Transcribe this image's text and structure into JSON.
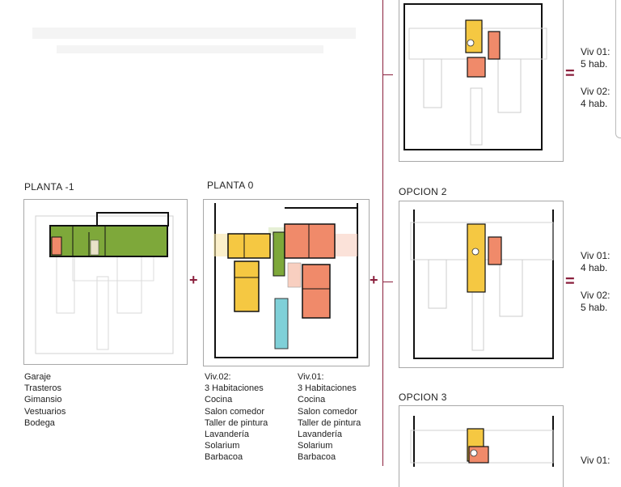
{
  "planta_menos1": {
    "title": "PLANTA -1",
    "items": [
      "Garaje",
      "Trasteros",
      "Gimansio",
      "Vestuarios",
      "Bodega"
    ]
  },
  "planta_0": {
    "title": "PLANTA 0",
    "viv02": [
      "Viv.02:",
      "3 Habitaciones",
      "Cocina",
      "Salon comedor",
      "Taller de pintura",
      "Lavandería",
      "Solarium",
      "Barbacoa"
    ],
    "viv01": [
      "Viv.01:",
      "3 Habitaciones",
      "Cocina",
      "Salon comedor",
      "Taller de pintura",
      "Lavandería",
      "Solarium",
      "Barbacoa"
    ]
  },
  "operators": {
    "plus": "+",
    "equals": "="
  },
  "opcion1": {
    "viv01": "Viv 01:",
    "viv01_hab": "5 hab.",
    "viv02": "Viv 02:",
    "viv02_hab": "4 hab."
  },
  "opcion2": {
    "title": "OPCION 2",
    "viv01": "Viv 01:",
    "viv01_hab": "4 hab.",
    "viv02": "Viv 02:",
    "viv02_hab": "5 hab."
  },
  "opcion3": {
    "title": "OPCION 3",
    "viv01": "Viv 01:"
  },
  "colors": {
    "viv02": "#f5c842",
    "viv01": "#f08a6a",
    "sotano": "#7ea83a",
    "pool": "#7fd0d8",
    "accent": "#8a1f3c"
  }
}
